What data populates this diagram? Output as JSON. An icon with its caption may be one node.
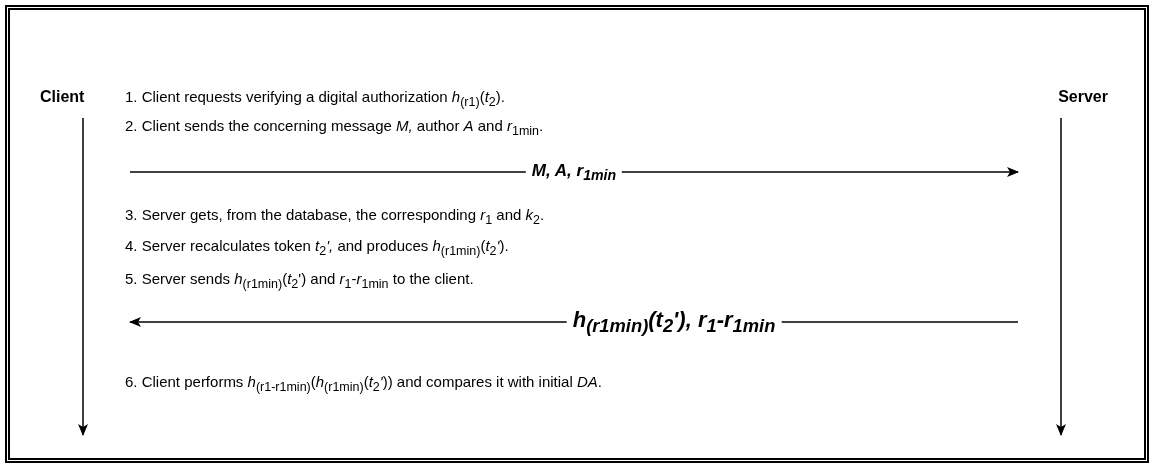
{
  "diagram": {
    "nodes": [
      {
        "text": [
          "Client"
        ]
      },
      {
        "text": [
          "Server"
        ]
      }
    ],
    "edges": [
      {
        "from": 0,
        "to": 1,
        "arrow": "to",
        "label": "M, A, r$_{1min}$"
      },
      {
        "from": 1,
        "to": 0,
        "arrow": "to",
        "label": "h$_{(r1min)}$(t$_{2}$'), r$_{1}$-r$_{1min}$"
      }
    ],
    "labels": [
      "1.  Client requests verifying a digital authorization *h*$_{(r1)}$(*t*$_{2}$).",
      "2.  Client sends the concerning message *M,* author *A* and *r*$_{1min}$.",
      "3.  Server gets, from the database, the corresponding *r*$_{1}$ and *k*$_{2}$.",
      "4.  Server recalculates token *t*$_{2}$*',* and produces *h*$_{(r1min)}$(*t*$_{2}$*'*).",
      "5.  Server sends *h*$_{(r1min)}$(*t*$_{2}$') and  *r*$_{1}$-*r*$_{1min}$ to the client.",
      "6.  Client performs *h*$_{(r1-r1min)}$(*h*$_{(r1min)}$(*t*$_{2}$*'*)) and compares it with initial *DA*."
    ]
  }
}
